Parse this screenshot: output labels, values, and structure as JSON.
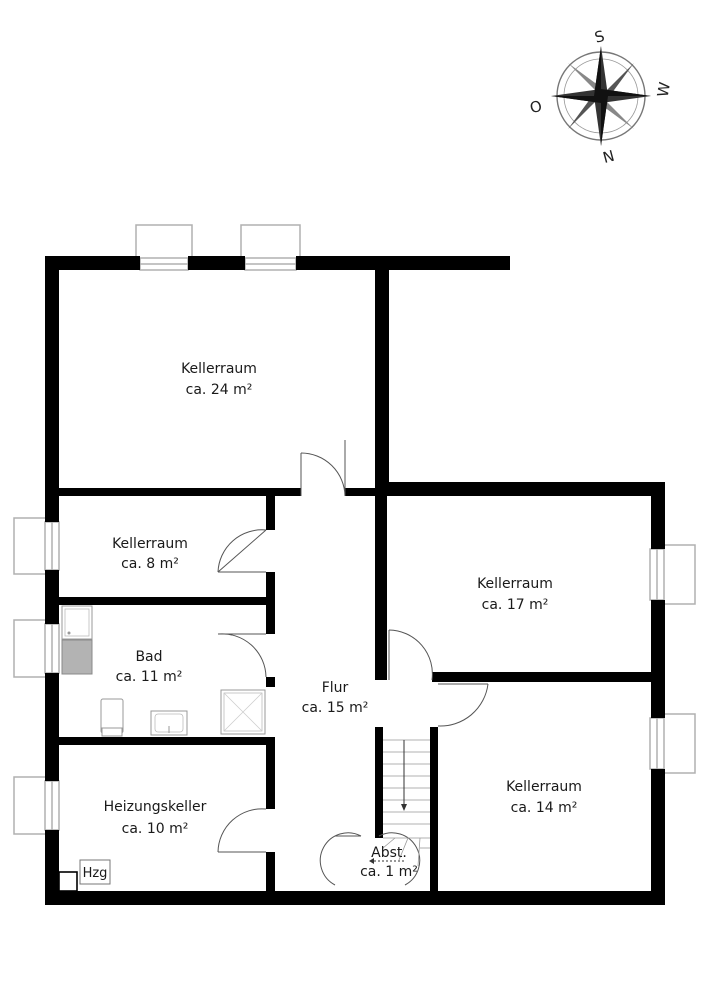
{
  "compass": {
    "top": "S",
    "right": "W",
    "bottom": "N",
    "left": "O"
  },
  "rooms": {
    "kellerraum_24": {
      "name": "Kellerraum",
      "area": "ca. 24 m²"
    },
    "kellerraum_8": {
      "name": "Kellerraum",
      "area": "ca. 8 m²"
    },
    "bad": {
      "name": "Bad",
      "area": "ca. 11 m²"
    },
    "heizungskeller": {
      "name": "Heizungskeller",
      "area": "ca. 10 m²"
    },
    "flur": {
      "name": "Flur",
      "area": "ca. 15 m²"
    },
    "kellerraum_17": {
      "name": "Kellerraum",
      "area": "ca. 17 m²"
    },
    "kellerraum_14": {
      "name": "Kellerraum",
      "area": "ca. 14 m²"
    },
    "abst": {
      "name": "Abst.",
      "area": "ca. 1 m²"
    }
  },
  "fixtures": {
    "heater_label": "Hzg"
  },
  "colors": {
    "wall": "#000000",
    "window": "#b0b0b0",
    "door": "#555555"
  }
}
